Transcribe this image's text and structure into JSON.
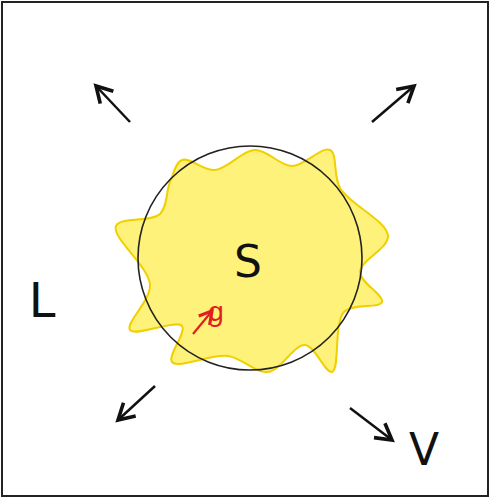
{
  "diagram": {
    "nodes": [
      {
        "text": [
          "S"
        ]
      }
    ],
    "labels": [
      "g",
      "L",
      "V"
    ]
  }
}
